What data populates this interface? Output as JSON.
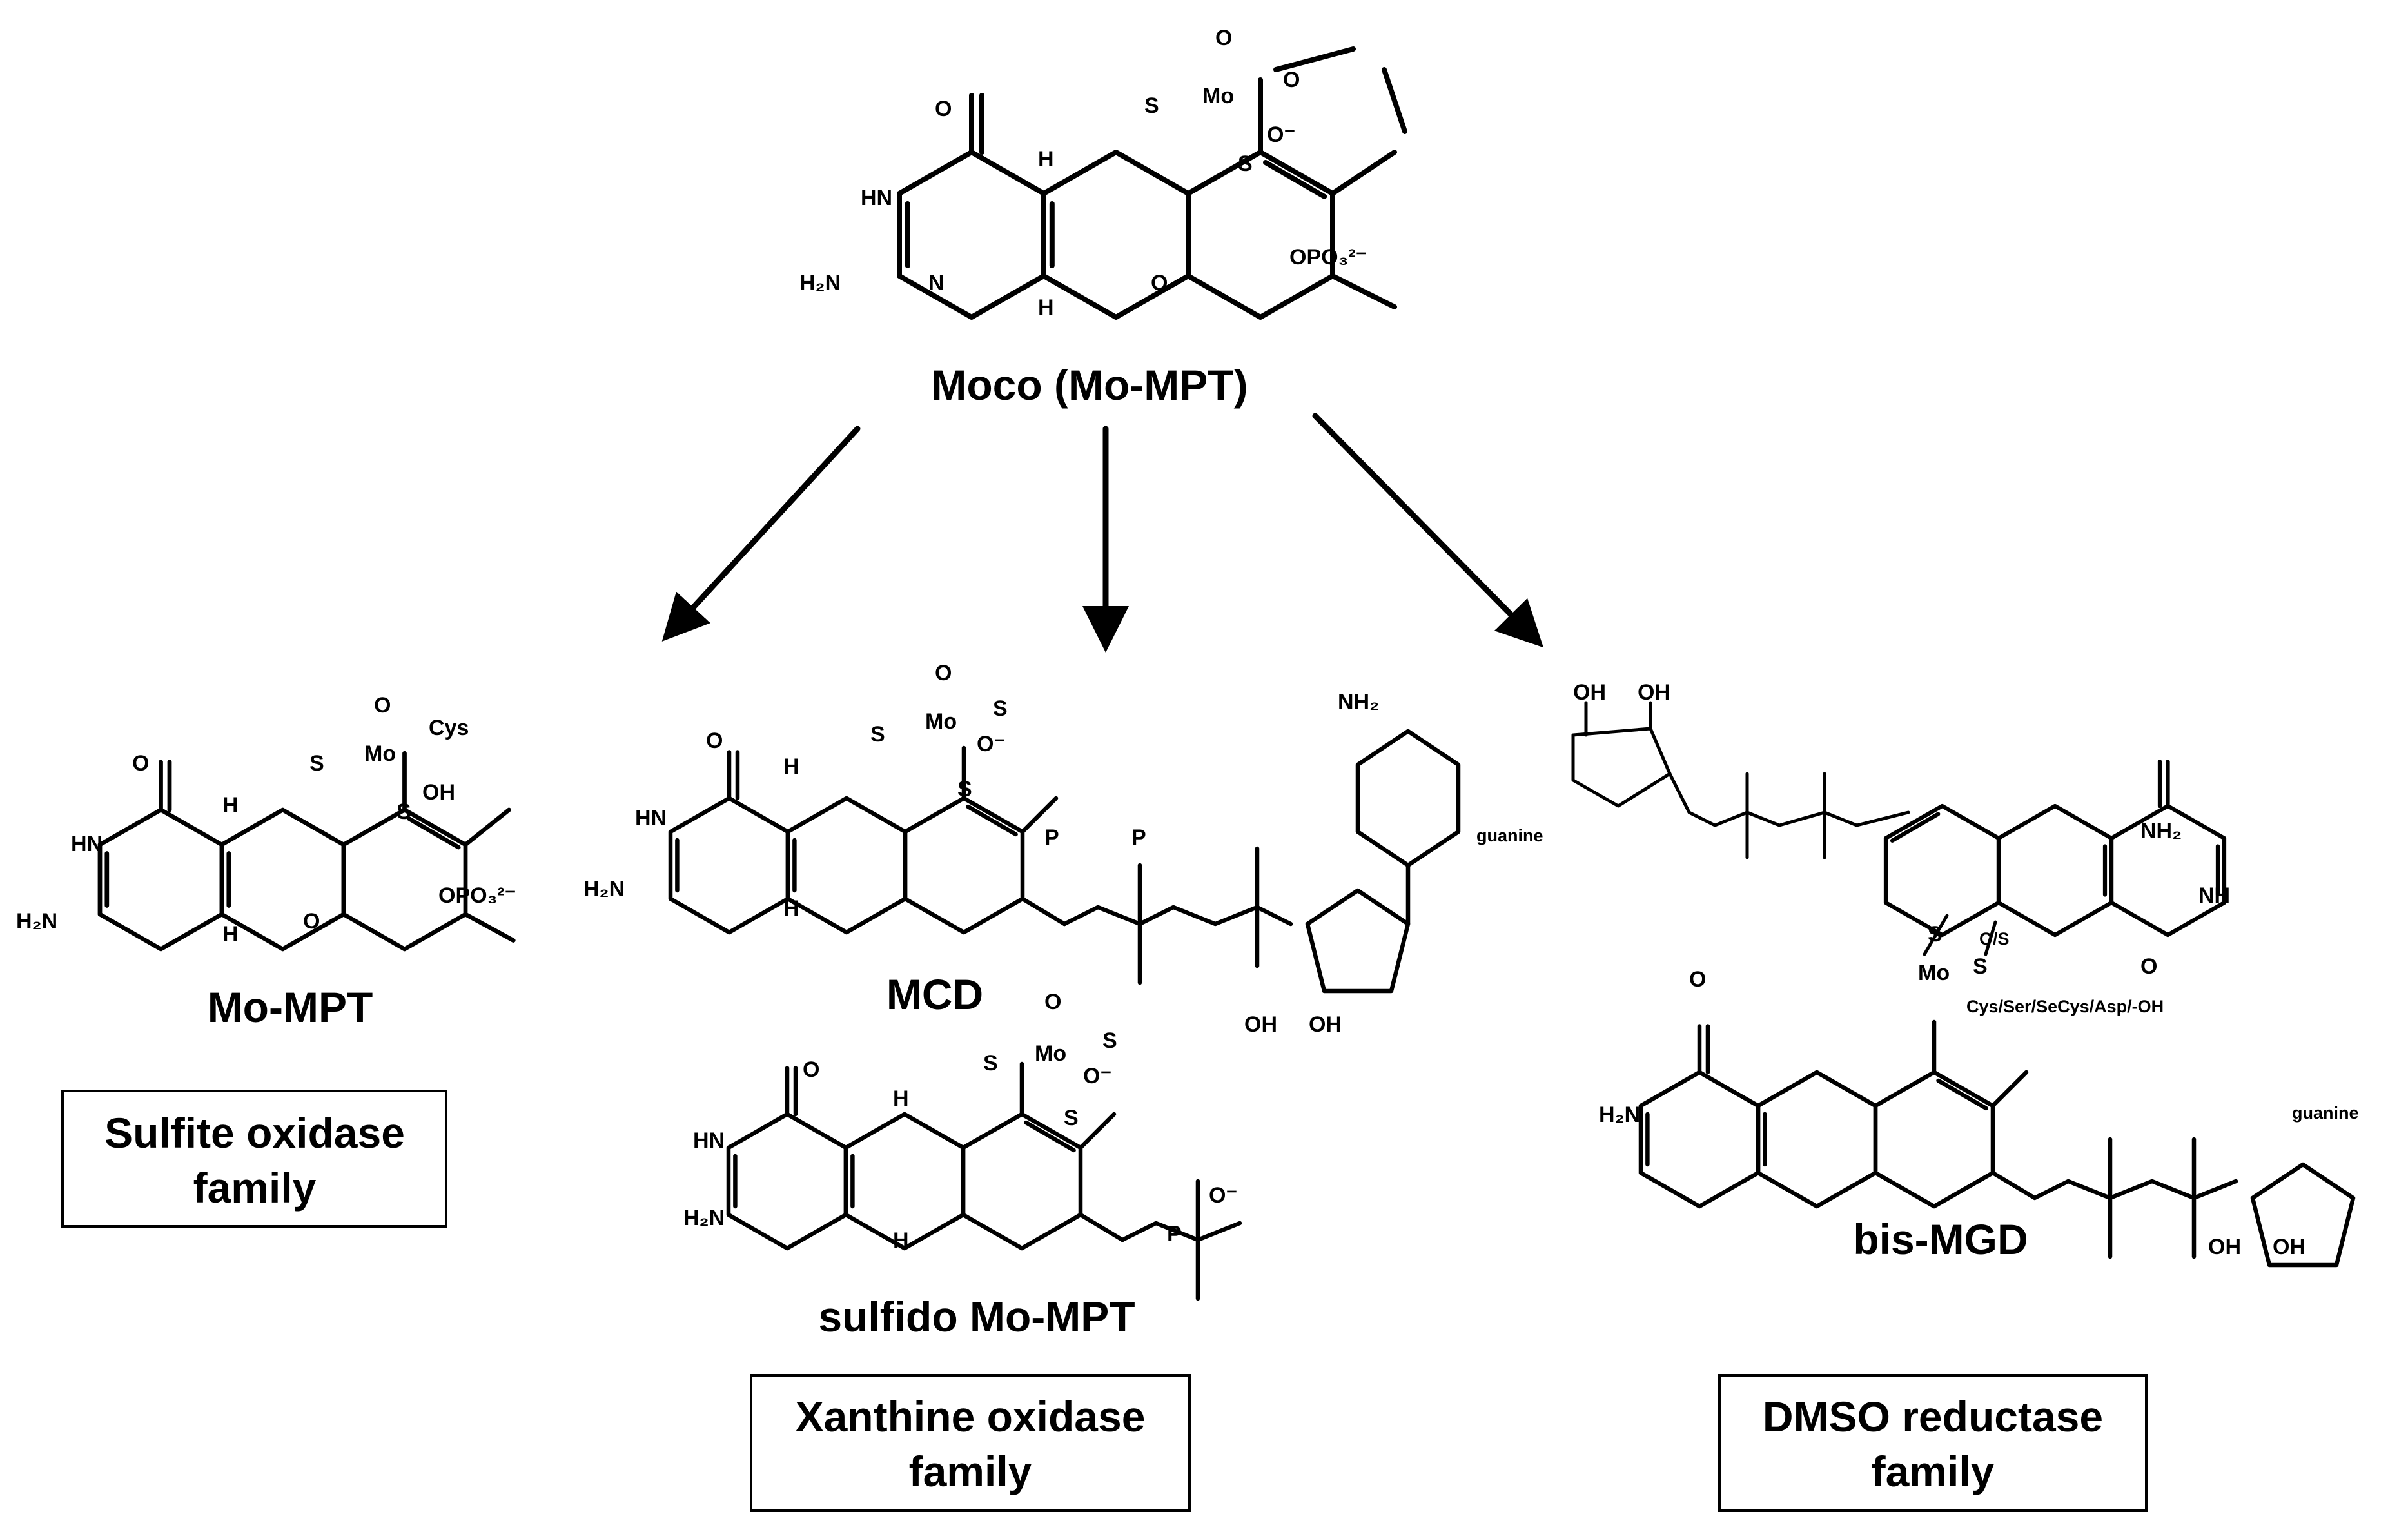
{
  "top": {
    "title": "Moco (Mo-MPT)",
    "atoms": {
      "O": "O",
      "HN": "HN",
      "H2N": "H₂N",
      "N": "N",
      "H": "H",
      "S": "S",
      "Mo": "Mo",
      "Om": "O⁻",
      "OPO3": "OPO₃²⁻"
    }
  },
  "sulfite": {
    "title": "Mo-MPT",
    "family": [
      "Sulfite oxidase",
      "family"
    ],
    "ligands": {
      "Cys": "Cys",
      "OH": "OH"
    }
  },
  "xanthine": {
    "mcd_title": "MCD",
    "sulfido_title": "sulfido Mo-MPT",
    "family": [
      "Xanthine oxidase",
      "family"
    ],
    "atoms": {
      "S": "S",
      "NH2": "NH₂",
      "OH": "OH",
      "Om": "O⁻",
      "P": "P"
    }
  },
  "dmso": {
    "title": "bis-MGD",
    "family": [
      "DMSO reductase",
      "family"
    ],
    "atoms": {
      "guanine": "guanine",
      "OS": "O/S",
      "ligand": "Cys/Ser/SeCys/Asp/-OH",
      "NH": "NH",
      "NH2": "NH₂"
    }
  }
}
